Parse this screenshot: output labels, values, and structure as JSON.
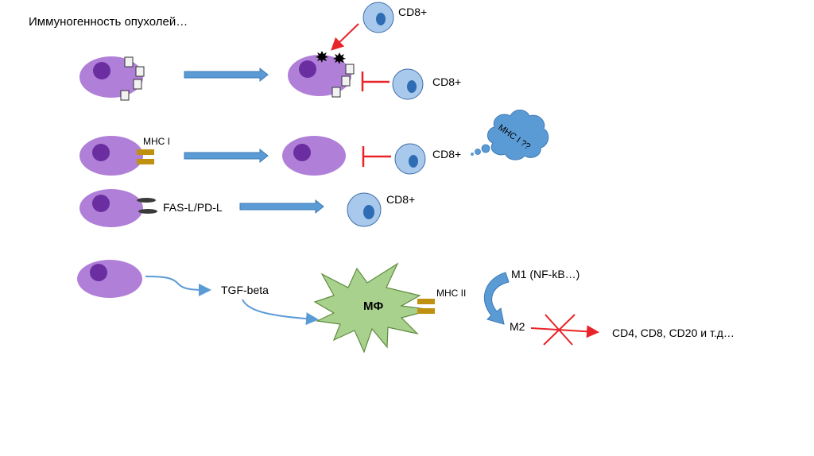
{
  "title": "Иммуногенность опухолей…",
  "colors": {
    "tumor_cell": "#b07fd8",
    "tumor_nucleus": "#6a2ea0",
    "t_cell": "#a9c9ec",
    "t_cell_stroke": "#3f6ea8",
    "t_cell_nucleus": "#2e6db4",
    "arrow_blue": "#5b9bd5",
    "arrow_blue_stroke": "#3f7bb5",
    "inhibit_red": "#e8242a",
    "mhc_gold": "#c09010",
    "fasl_dark": "#3a3a3a",
    "macrophage": "#a9d18e",
    "macrophage_stroke": "#5e8c3d",
    "cloud": "#5b9bd5"
  },
  "rows": {
    "row1": {
      "right_label_top": "CD8+",
      "right_label_bottom": "CD8+"
    },
    "row2": {
      "receptor_label": "MHC I",
      "cd8_label": "CD8+",
      "thought_text": "MHC I ??"
    },
    "row3": {
      "receptor_label": "FAS-L/PD-L",
      "cd8_label": "CD8+"
    },
    "row4": {
      "cytokine_label": "TGF-beta",
      "macrophage_label": "МФ",
      "receptor_label": "MHC II",
      "m1_label": "M1 (NF-kB…)",
      "m2_label": "M2",
      "targets_label": "CD4, CD8, CD20 и т.д…"
    }
  }
}
